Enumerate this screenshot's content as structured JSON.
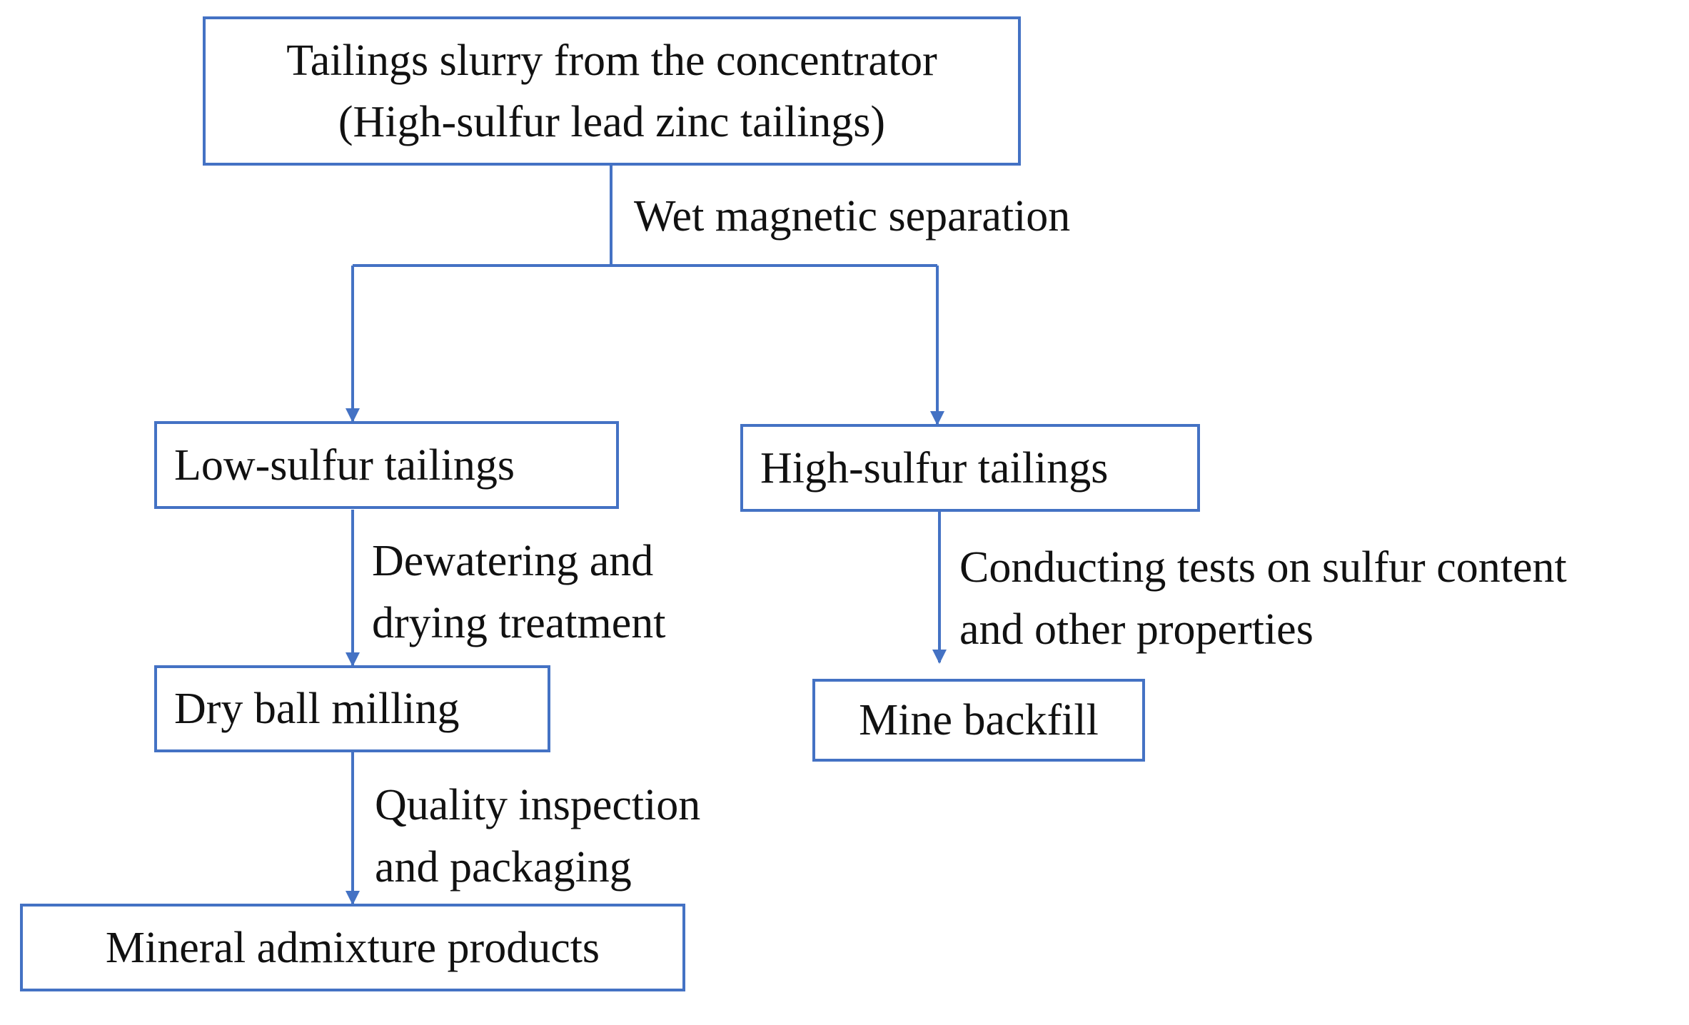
{
  "nodes": {
    "source": {
      "line1": "Tailings slurry from the concentrator",
      "line2": "(High-sulfur lead zinc tailings)"
    },
    "low_sulfur": "Low-sulfur tailings",
    "high_sulfur": "High-sulfur tailings",
    "dry_ball_milling": "Dry ball milling",
    "mine_backfill": "Mine backfill",
    "mineral_products": "Mineral admixture products"
  },
  "edges": {
    "wet_magnetic": "Wet magnetic separation",
    "dewatering": {
      "line1": "Dewatering and",
      "line2": "drying treatment"
    },
    "quality": {
      "line1": "Quality inspection",
      "line2": "and packaging"
    },
    "conducting": {
      "line1": "Conducting tests on sulfur content",
      "line2": "and other properties"
    }
  },
  "colors": {
    "connector": "#4472c4",
    "box_border": "#4472c4",
    "text": "#111111"
  }
}
